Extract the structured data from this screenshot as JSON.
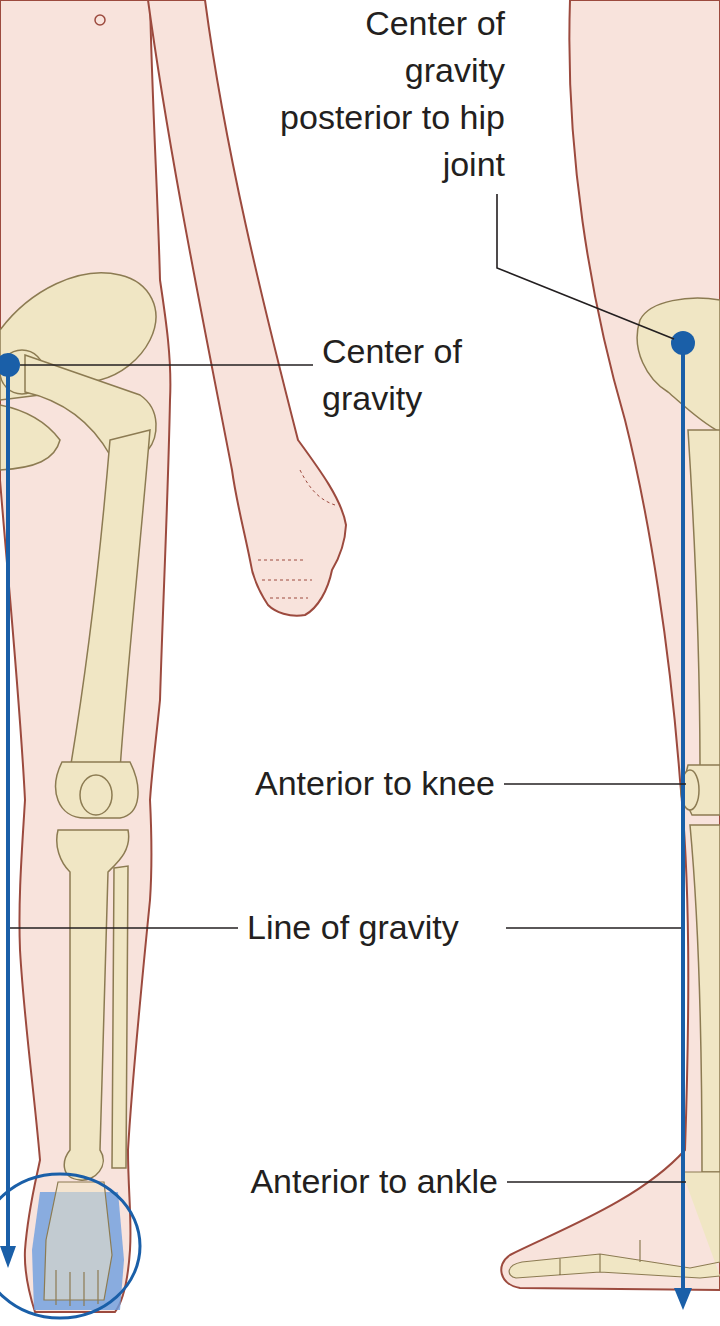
{
  "diagram": {
    "labels": [
      "Center of gravity posterior to hip joint",
      "Center of gravity",
      "Anterior to knee",
      "Line of gravity",
      "Anterior to ankle"
    ]
  }
}
